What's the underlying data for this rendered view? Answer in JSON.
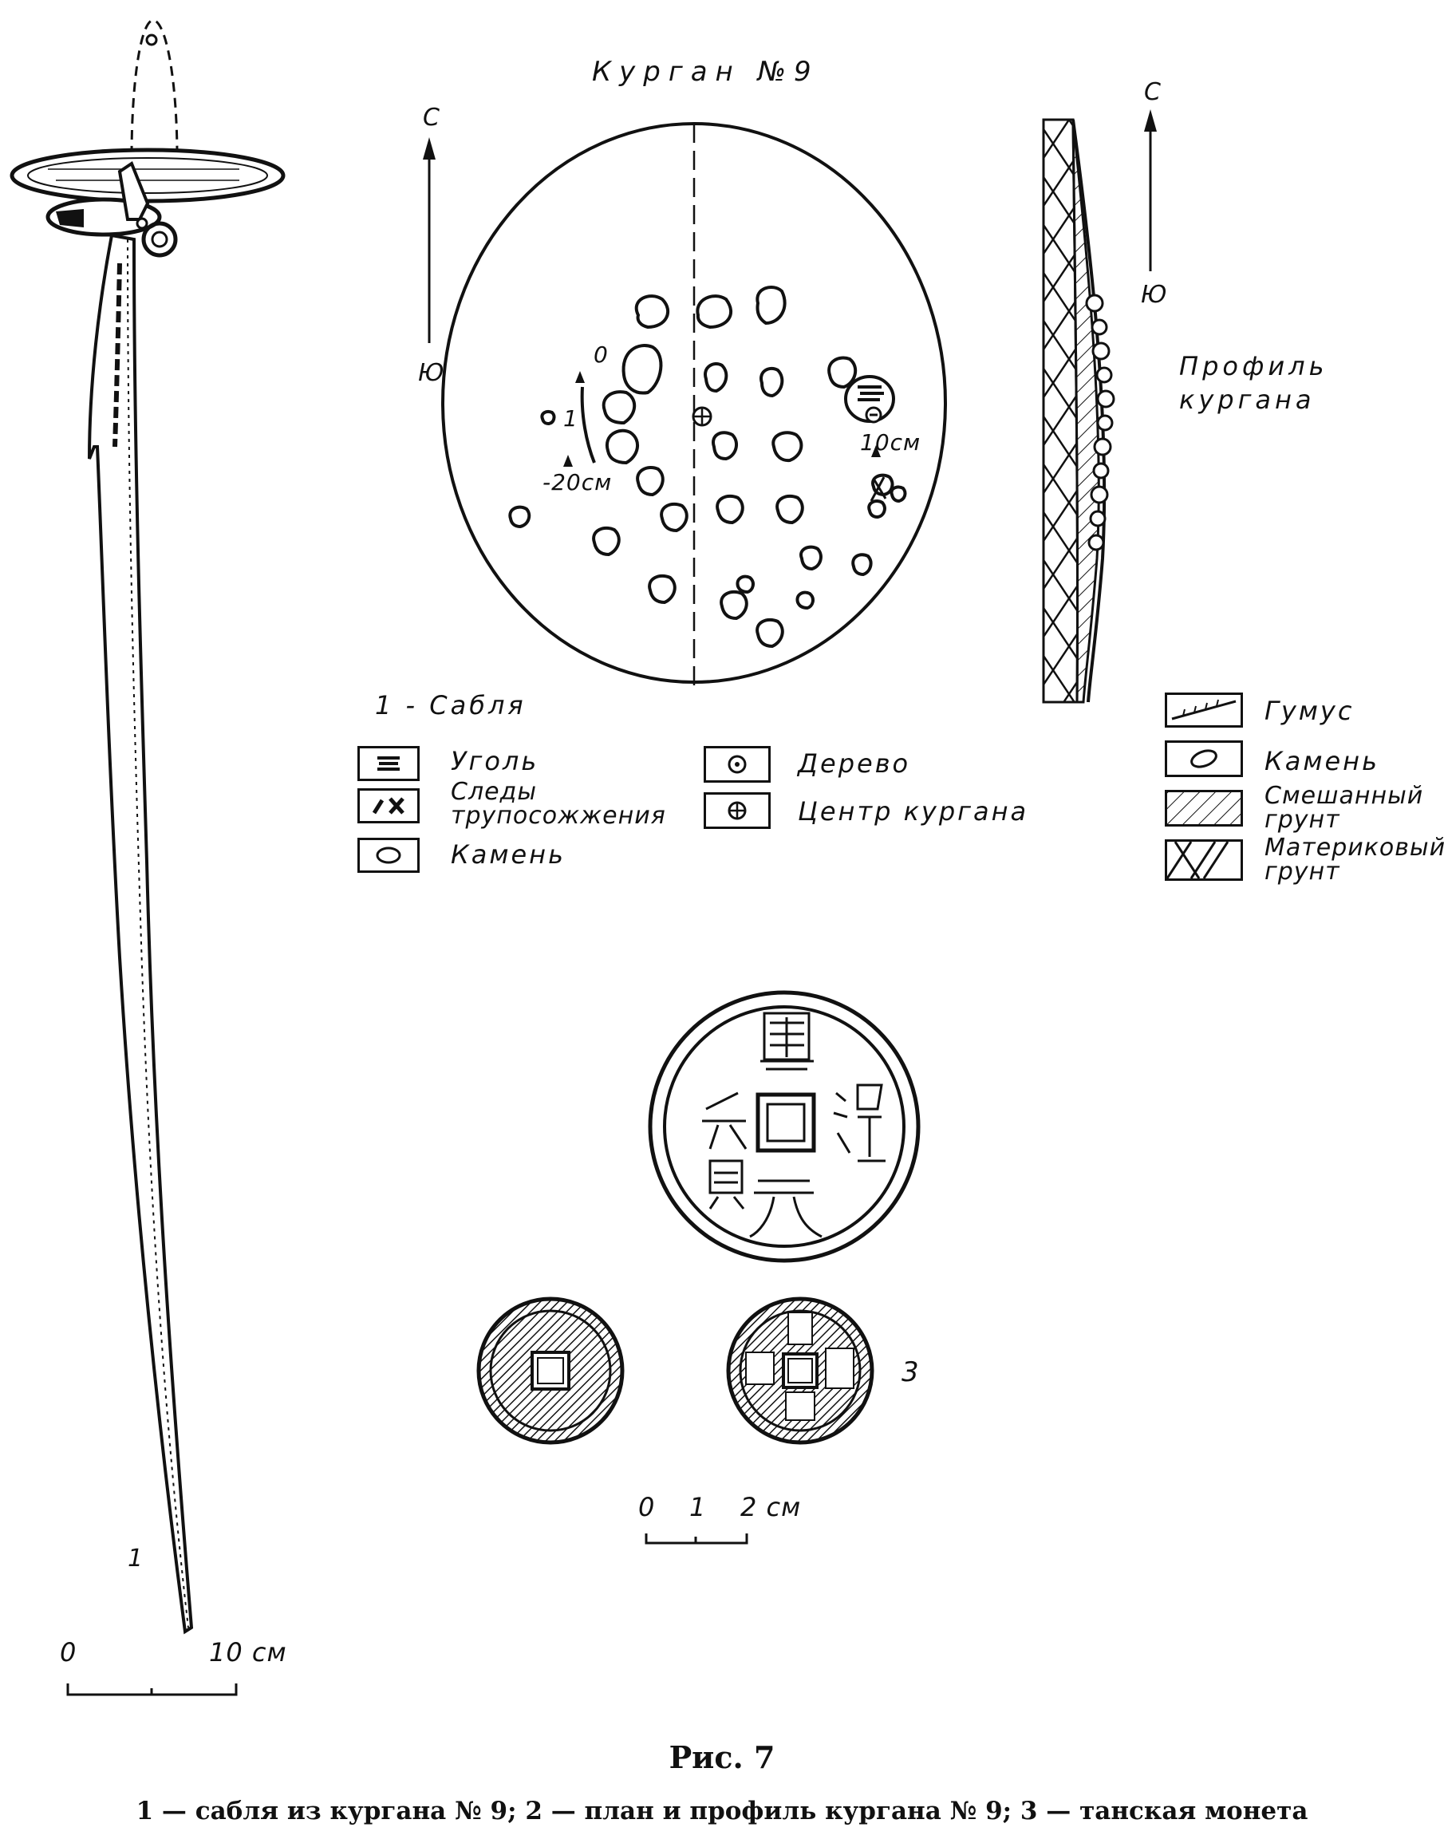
{
  "plan": {
    "title": "Курган №9",
    "north": "С",
    "south": "Ю",
    "marks": {
      "zero": "0",
      "item1": "1",
      "minus20": "-20см",
      "plus10": "10см"
    }
  },
  "profile": {
    "north": "С",
    "south": "Ю",
    "label_line1": "Профиль",
    "label_line2": "кургана"
  },
  "legend_left": {
    "title": "1 - Сабля",
    "items": [
      {
        "icon": "charcoal-symbol",
        "label": "Уголь"
      },
      {
        "icon": "cremation-traces-symbol",
        "label": "Следы трупосожжения"
      },
      {
        "icon": "stone-symbol",
        "label": "Камень"
      }
    ]
  },
  "legend_mid": {
    "items": [
      {
        "icon": "wood-symbol",
        "label": "Дерево"
      },
      {
        "icon": "center-symbol",
        "label": "Центр кургана"
      }
    ]
  },
  "legend_right": {
    "items": [
      {
        "icon": "humus-symbol",
        "label": "Гумус"
      },
      {
        "icon": "stone-symbol",
        "label": "Камень"
      },
      {
        "icon": "mixed-soil-symbol",
        "label": "Смешанный грунт"
      },
      {
        "icon": "bedrock-soil-symbol",
        "label": "Материковый грунт"
      }
    ]
  },
  "saber": {
    "number": "1",
    "scale": {
      "start": "0",
      "end": "10 см"
    }
  },
  "coins": {
    "number": "3",
    "scale": {
      "start": "0",
      "mid": "1",
      "end": "2 см"
    }
  },
  "figure": {
    "title": "Рис. 7",
    "caption": "1 — сабля из кургана № 9; 2 — план и профиль кургана № 9; 3 — танская монета"
  },
  "colors": {
    "ink": "#111111",
    "paper": "#ffffff"
  }
}
